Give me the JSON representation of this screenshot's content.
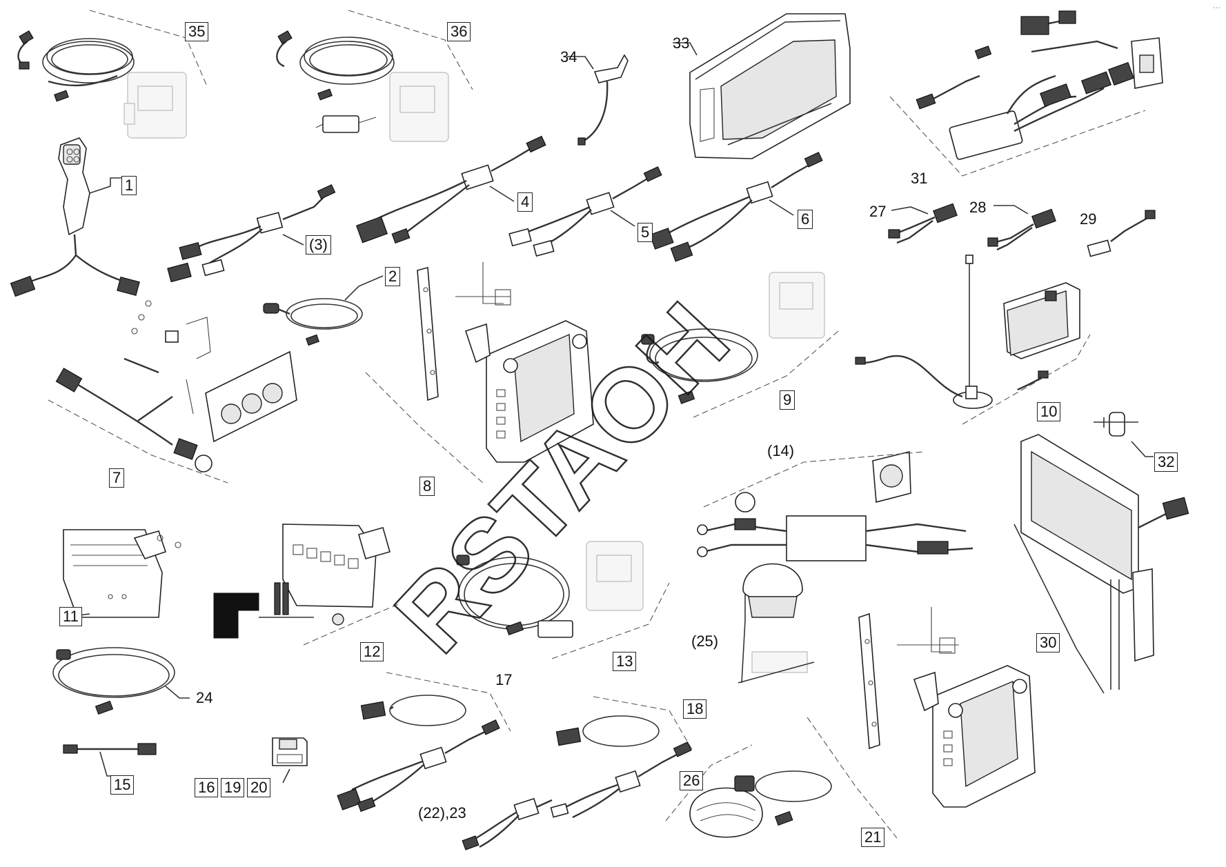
{
  "diagram": {
    "watermark": "RSTAOH",
    "corner_mark": "…",
    "callouts": [
      {
        "id": "35",
        "text": "35"
      },
      {
        "id": "36",
        "text": "36"
      },
      {
        "id": "34",
        "text": "34"
      },
      {
        "id": "33",
        "text": "33"
      },
      {
        "id": "31",
        "text": "31"
      },
      {
        "id": "1",
        "text": "1"
      },
      {
        "id": "3",
        "text": "(3)"
      },
      {
        "id": "4",
        "text": "4"
      },
      {
        "id": "5",
        "text": "5"
      },
      {
        "id": "6",
        "text": "6"
      },
      {
        "id": "27",
        "text": "27"
      },
      {
        "id": "28",
        "text": "28"
      },
      {
        "id": "29",
        "text": "29"
      },
      {
        "id": "2",
        "text": "2"
      },
      {
        "id": "9",
        "text": "9"
      },
      {
        "id": "10",
        "text": "10"
      },
      {
        "id": "7",
        "text": "7"
      },
      {
        "id": "8",
        "text": "8"
      },
      {
        "id": "32",
        "text": "32"
      },
      {
        "id": "14",
        "text": "(14)"
      },
      {
        "id": "11",
        "text": "11"
      },
      {
        "id": "12",
        "text": "12"
      },
      {
        "id": "13",
        "text": "13"
      },
      {
        "id": "25",
        "text": "(25)"
      },
      {
        "id": "30",
        "text": "30"
      },
      {
        "id": "24",
        "text": "24"
      },
      {
        "id": "17",
        "text": "17"
      },
      {
        "id": "18",
        "text": "18"
      },
      {
        "id": "15",
        "text": "15"
      },
      {
        "id": "16",
        "text": "16"
      },
      {
        "id": "19",
        "text": "19"
      },
      {
        "id": "20",
        "text": "20"
      },
      {
        "id": "22-23",
        "text": "(22),23"
      },
      {
        "id": "26",
        "text": "26"
      },
      {
        "id": "21",
        "text": "21"
      }
    ]
  }
}
